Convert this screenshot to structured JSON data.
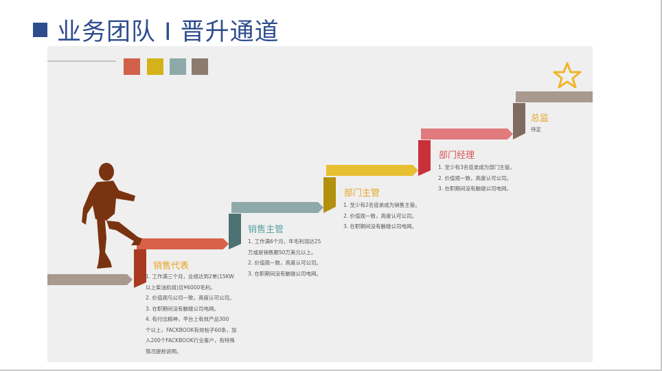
{
  "title": "业务团队 I 晋升通道",
  "colors": {
    "title": "#2e4d8c",
    "swatches": [
      "#d2604a",
      "#d4b21a",
      "#8ea9aa",
      "#8c7b6f"
    ],
    "figure": "#7a3310",
    "star": "#f0b52a"
  },
  "steps": [
    {
      "title": "销售代表",
      "title_color": "#e5a623",
      "lines": [
        "1. 工作满三个月，业绩达到2单(15KW",
        "以上柴油机组)且¥6000毛利。",
        "2. 价值观与公司一致，高度认可公司。",
        "3. 在职期间没有触碰公司电网。",
        "4. 有付出精神，平台上有效产品300",
        "个以上，FACKBOOK有效帖子60条，加",
        "入200个FACKBOOK行业客户，有特殊",
        "情况提前说明。"
      ]
    },
    {
      "title": "销售主管",
      "title_color": "#5aa0a3",
      "lines": [
        "1. 工作满6个月，年毛利润达25",
        "万或是销售额50万美元以上。",
        "2. 价值观一致，高度认可公司。",
        "3. 在职期间没有触碰公司电网。"
      ]
    },
    {
      "title": "部门主管",
      "title_color": "#e5a623",
      "lines": [
        "1. 至少有2名徒弟成为销售主管。",
        "2. 价值观一致，高度认可公司。",
        "3. 在职期间没有触碰公司电网。"
      ]
    },
    {
      "title": "部门经理",
      "title_color": "#d9534f",
      "lines": [
        "1. 至少有3名徒弟成为部门主管。",
        "2. 价值观一致，高度认可公司。",
        "3. 在职期间没有触碰公司电网。"
      ]
    },
    {
      "title": "总监",
      "title_color": "#e5a623",
      "lines": [
        "待定"
      ]
    }
  ]
}
